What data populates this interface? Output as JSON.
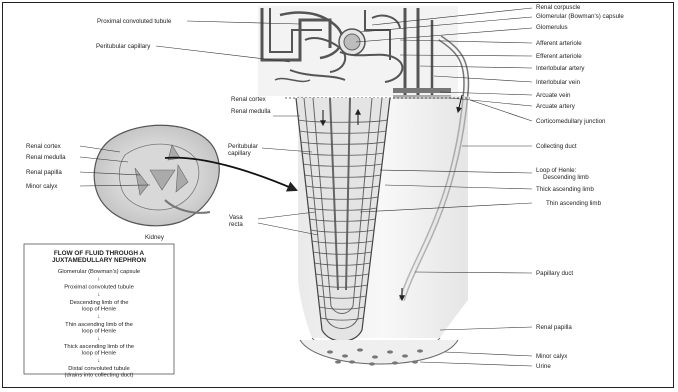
{
  "labels": {
    "proximal_convoluted_tubule": "Proximal convoluted tubule",
    "renal_corpuscle": "Renal corpuscle",
    "glomerular_capsule": "Glomerular (Bowman's) capsule",
    "glomerulus": "Glomerulus",
    "peritubular_capillary_top": "Peritubular capillary",
    "afferent_arteriole": "Afferent arteriole",
    "efferent_arteriole": "Efferent arteriole",
    "interlobular_artery": "Interlobular artery",
    "interlobular_vein": "Interlobular vein",
    "arcuate_vein": "Arcuate vein",
    "arcuate_artery": "Arcuate artery",
    "corticomedullary_junction": "Corticomedullary junction",
    "renal_cortex_center": "Renal cortex",
    "renal_medulla_center": "Renal medulla",
    "peritubular_capillary_mid_1": "Peritubular",
    "peritubular_capillary_mid_2": "capillary",
    "collecting_duct": "Collecting duct",
    "loop_of_henle_1": "Loop of Henle:",
    "loop_of_henle_2": "Descending limb",
    "thick_ascending_limb": "Thick ascending limb",
    "thin_ascending_limb": "Thin ascending limb",
    "vasa_recta_1": "Vasa",
    "vasa_recta_2": "recta",
    "papillary_duct": "Papillary duct",
    "renal_papilla": "Renal papilla",
    "minor_calyx_right": "Minor calyx",
    "urine": "Urine",
    "renal_cortex_left": "Renal cortex",
    "renal_medulla_left": "Renal medulla",
    "renal_papilla_left": "Renal papilla",
    "minor_calyx_left": "Minor calyx",
    "kidney": "Kidney"
  },
  "flow": {
    "title_1": "FLOW OF FLUID THROUGH A",
    "title_2": "JUXTAMEDULLARY NEPHRON",
    "steps": [
      [
        "Glomerular (Bowman's) capsule"
      ],
      [
        "Proximal convoluted tubule"
      ],
      [
        "Descending limb of the",
        "loop of Henle"
      ],
      [
        "Thin ascending limb of the",
        "loop of Henle"
      ],
      [
        "Thick ascending limb of the",
        "loop of Henle"
      ],
      [
        "Distal convoluted tubule",
        "(drains into collecting duct)"
      ]
    ],
    "arrow": "↓"
  }
}
